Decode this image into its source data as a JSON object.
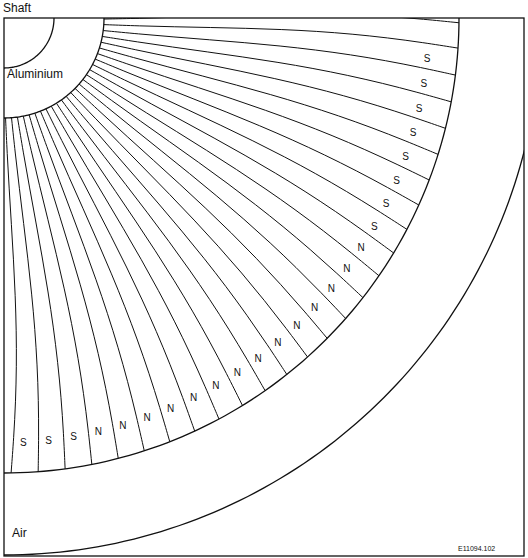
{
  "diagram": {
    "labels": [
      "Shaft",
      "Aluminium",
      "S",
      "S",
      "S",
      "S",
      "S",
      "S",
      "S",
      "S",
      "N",
      "N",
      "N",
      "N",
      "N",
      "N",
      "N",
      "N",
      "N",
      "N",
      "N",
      "N",
      "N",
      "N",
      "S",
      "S",
      "S",
      "Air",
      "E11094.102"
    ]
  }
}
